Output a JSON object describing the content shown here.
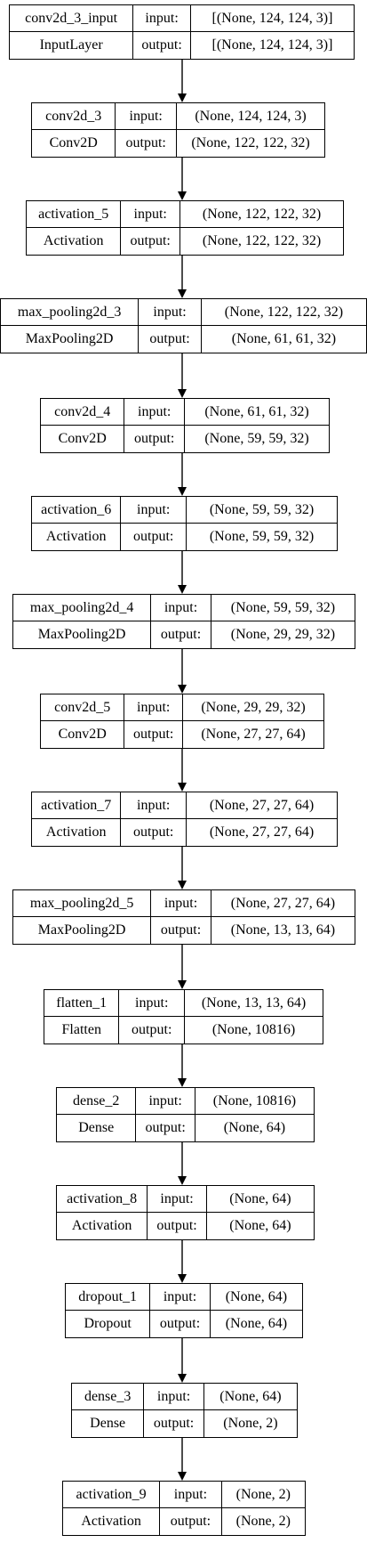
{
  "layers": [
    {
      "name": "conv2d_3_input",
      "type": "InputLayer",
      "input_label": "input:",
      "output_label": "output:",
      "input_shape": "[(None, 124, 124, 3)]",
      "output_shape": "[(None, 124, 124, 3)]"
    },
    {
      "name": "conv2d_3",
      "type": "Conv2D",
      "input_label": "input:",
      "output_label": "output:",
      "input_shape": "(None, 124, 124, 3)",
      "output_shape": "(None, 122, 122, 32)"
    },
    {
      "name": "activation_5",
      "type": "Activation",
      "input_label": "input:",
      "output_label": "output:",
      "input_shape": "(None, 122, 122, 32)",
      "output_shape": "(None, 122, 122, 32)"
    },
    {
      "name": "max_pooling2d_3",
      "type": "MaxPooling2D",
      "input_label": "input:",
      "output_label": "output:",
      "input_shape": "(None, 122, 122, 32)",
      "output_shape": "(None, 61, 61, 32)"
    },
    {
      "name": "conv2d_4",
      "type": "Conv2D",
      "input_label": "input:",
      "output_label": "output:",
      "input_shape": "(None, 61, 61, 32)",
      "output_shape": "(None, 59, 59, 32)"
    },
    {
      "name": "activation_6",
      "type": "Activation",
      "input_label": "input:",
      "output_label": "output:",
      "input_shape": "(None, 59, 59, 32)",
      "output_shape": "(None, 59, 59, 32)"
    },
    {
      "name": "max_pooling2d_4",
      "type": "MaxPooling2D",
      "input_label": "input:",
      "output_label": "output:",
      "input_shape": "(None, 59, 59, 32)",
      "output_shape": "(None, 29, 29, 32)"
    },
    {
      "name": "conv2d_5",
      "type": "Conv2D",
      "input_label": "input:",
      "output_label": "output:",
      "input_shape": "(None, 29, 29, 32)",
      "output_shape": "(None, 27, 27, 64)"
    },
    {
      "name": "activation_7",
      "type": "Activation",
      "input_label": "input:",
      "output_label": "output:",
      "input_shape": "(None, 27, 27, 64)",
      "output_shape": "(None, 27, 27, 64)"
    },
    {
      "name": "max_pooling2d_5",
      "type": "MaxPooling2D",
      "input_label": "input:",
      "output_label": "output:",
      "input_shape": "(None, 27, 27, 64)",
      "output_shape": "(None, 13, 13, 64)"
    },
    {
      "name": "flatten_1",
      "type": "Flatten",
      "input_label": "input:",
      "output_label": "output:",
      "input_shape": "(None, 13, 13, 64)",
      "output_shape": "(None, 10816)"
    },
    {
      "name": "dense_2",
      "type": "Dense",
      "input_label": "input:",
      "output_label": "output:",
      "input_shape": "(None, 10816)",
      "output_shape": "(None, 64)"
    },
    {
      "name": "activation_8",
      "type": "Activation",
      "input_label": "input:",
      "output_label": "output:",
      "input_shape": "(None, 64)",
      "output_shape": "(None, 64)"
    },
    {
      "name": "dropout_1",
      "type": "Dropout",
      "input_label": "input:",
      "output_label": "output:",
      "input_shape": "(None, 64)",
      "output_shape": "(None, 64)"
    },
    {
      "name": "dense_3",
      "type": "Dense",
      "input_label": "input:",
      "output_label": "output:",
      "input_shape": "(None, 64)",
      "output_shape": "(None, 2)"
    },
    {
      "name": "activation_9",
      "type": "Activation",
      "input_label": "input:",
      "output_label": "output:",
      "input_shape": "(None, 2)",
      "output_shape": "(None, 2)"
    }
  ]
}
